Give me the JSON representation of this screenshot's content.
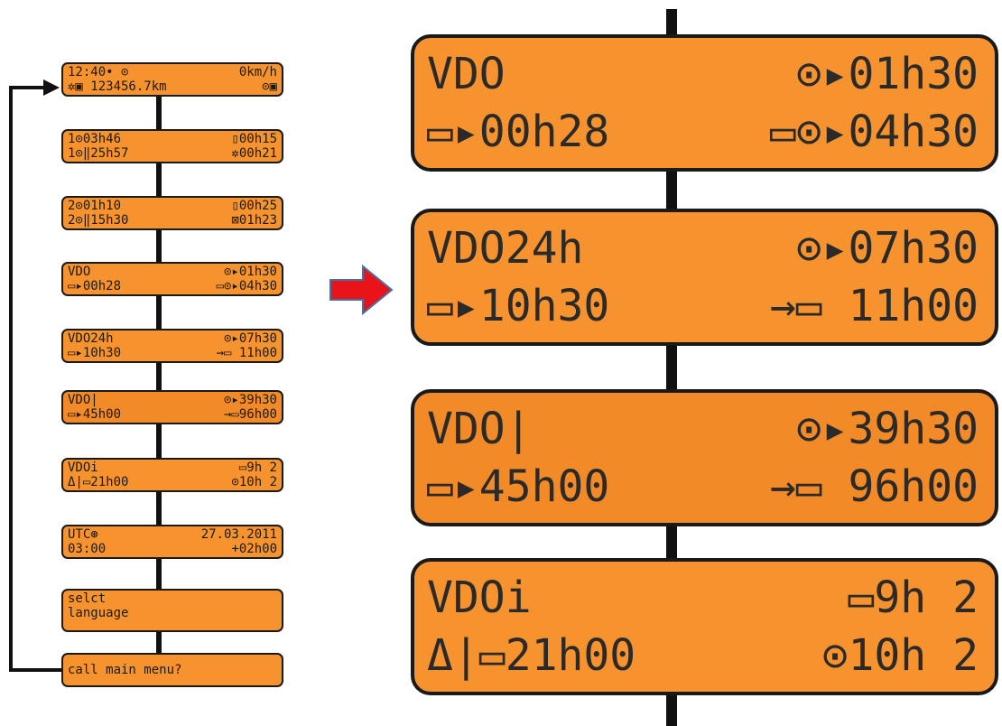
{
  "small_screens": [
    {
      "l1": "12:40• ⊙",
      "r1": "0km/h",
      "l2": "✲▣ 123456.7km",
      "r2": "⊙▣"
    },
    {
      "l1": "1⊙03h46",
      "r1": "▯00h15",
      "l2": "1⊙‖25h57",
      "r2": "✲00h21"
    },
    {
      "l1": "2⊙01h10",
      "r1": "▯00h25",
      "l2": "2⊙‖15h30",
      "r2": "⊠01h23"
    },
    {
      "l1": "VDO",
      "r1": "⊙▸01h30",
      "l2": "▭▸00h28",
      "r2": "▭⊙▸04h30"
    },
    {
      "l1": "VDO24h",
      "r1": "⊙▸07h30",
      "l2": "▭▸10h30",
      "r2": "→▭ 11h00"
    },
    {
      "l1": "VDO|",
      "r1": "⊙▸39h30",
      "l2": "▭▸45h00",
      "r2": "→▭96h00"
    },
    {
      "l1": "VDOi",
      "r1": "▭9h 2",
      "l2": "Δ|▭21h00",
      "r2": "⊙10h 2"
    },
    {
      "l1": "UTC⊛",
      "r1": "27.03.2011",
      "l2": "03:00",
      "r2": "+02h00"
    },
    {
      "l1": "selct",
      "r1": "",
      "l2": "language",
      "r2": ""
    },
    {
      "l1": "call main menu?",
      "r1": "",
      "l2": "",
      "r2": ""
    }
  ],
  "large_screens": [
    {
      "l1": "VDO",
      "r1": "⊙▸01h30",
      "l2": "▭▸00h28",
      "r2": "▭⊙▸04h30"
    },
    {
      "l1": "VDO24h",
      "r1": "⊙▸07h30",
      "l2": "▭▸10h30",
      "r2": "→▭ 11h00"
    },
    {
      "l1": "VDO|",
      "r1": "⊙▸39h30",
      "l2": "▭▸45h00",
      "r2": "→▭ 96h00"
    },
    {
      "l1": "VDOi",
      "r1": "▭9h 2",
      "l2": "Δ|▭21h00",
      "r2": "⊙10h 2"
    }
  ],
  "colors": {
    "screen_fill": "#f7932e",
    "border": "#1a1a1a",
    "arrow_red": "#e8141a",
    "arrow_outline": "#4a6fa5"
  }
}
